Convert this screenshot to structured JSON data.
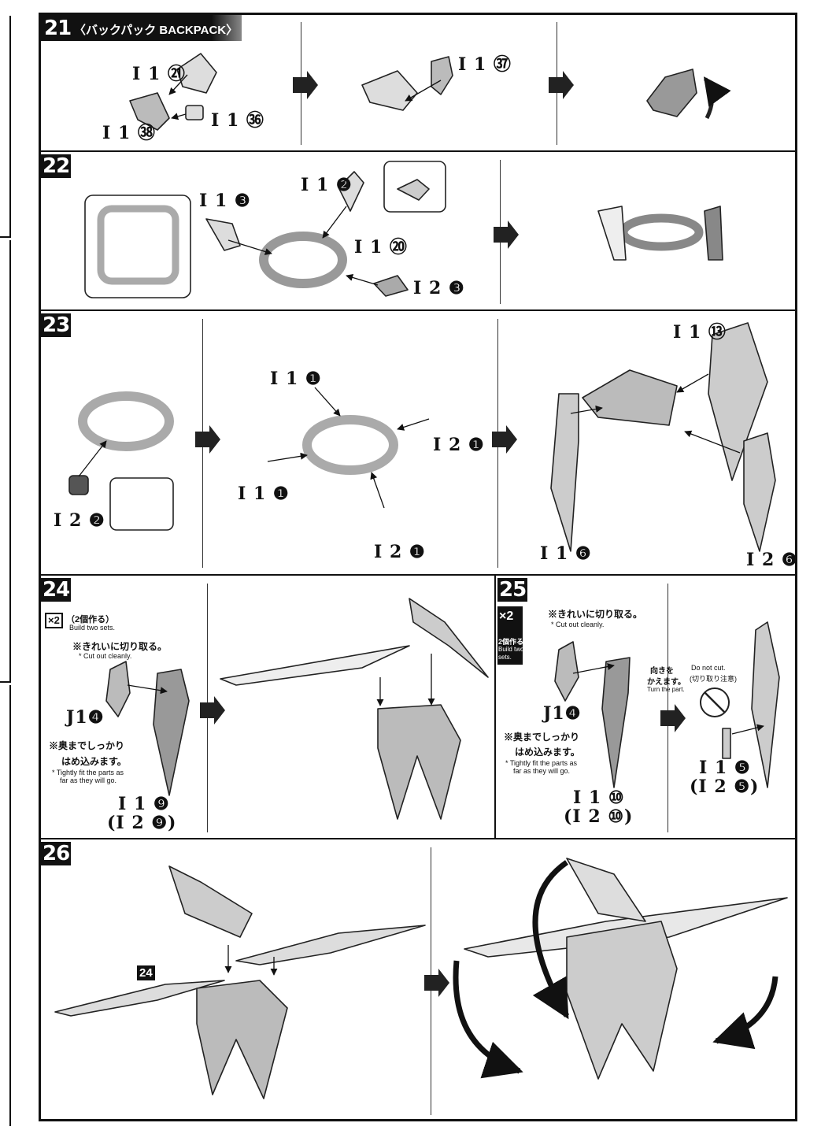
{
  "steps": {
    "s21": {
      "num": "21",
      "title": "〈バックパック BACKPACK〉",
      "parts": [
        "I 1 ㉑",
        "I 1 ㊲",
        "I 1 ㊳",
        "I 1 ㊱"
      ]
    },
    "s22": {
      "num": "22",
      "parts": [
        "I 1 ❷",
        "I 1 ❸",
        "I 1 ⑳",
        "I 2 ❸"
      ]
    },
    "s23": {
      "num": "23",
      "parts": [
        "I 2 ❷",
        "I 1 ❶",
        "I 1 ❶",
        "I 2 ❶",
        "I 2 ❶",
        "I 1 ⑬",
        "I 1 ❻",
        "I 2 ❻"
      ]
    },
    "s24": {
      "num": "24",
      "x2": "×2",
      "build_ja": "（2個作る）",
      "build_en": "Build two sets.",
      "cut_ja": "※きれいに切り取る。",
      "cut_en": "* Cut out cleanly.",
      "fit_ja1": "※奥までしっかり",
      "fit_ja2": "はめ込みます。",
      "fit_en1": "* Tightly fit the parts as",
      "fit_en2": "far as they will go.",
      "parts": [
        "J1❹",
        "I 1 ❾",
        "(I 2 ❾)"
      ]
    },
    "s25": {
      "num": "25",
      "x2": "×2",
      "build_ja": "2個作る",
      "build_en1": "Build two",
      "build_en2": "sets.",
      "cut_ja": "※きれいに切り取る。",
      "cut_en": "* Cut out cleanly.",
      "turn_ja1": "向きを",
      "turn_ja2": "かえます。",
      "turn_en": "Turn the part.",
      "nocut_en": "Do not cut.",
      "nocut_ja": "(切り取り注意)",
      "fit_ja1": "※奥までしっかり",
      "fit_ja2": "はめ込みます。",
      "fit_en1": "* Tightly fit the parts as",
      "fit_en2": "far as they will go.",
      "parts": [
        "J1❹",
        "I 1 ⑩",
        "(I 2 ⑩)",
        "I 1 ❺",
        "(I 2 ❺)"
      ]
    },
    "s26": {
      "num": "26",
      "ref": "24"
    }
  }
}
